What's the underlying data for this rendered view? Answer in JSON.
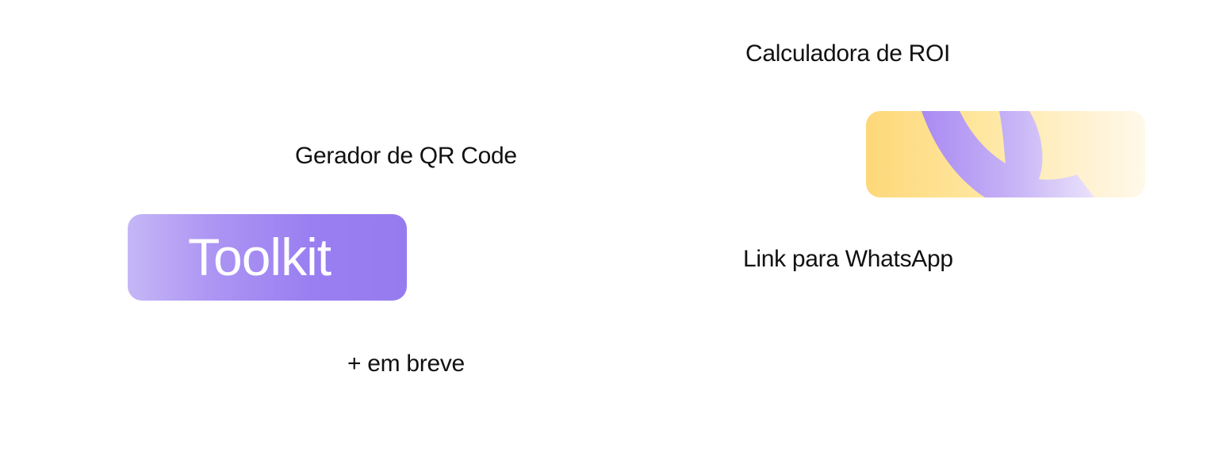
{
  "tools": {
    "roi_calculator": "Calculadora de ROI",
    "qr_generator": "Gerador de QR Code",
    "whatsapp_link": "Link para WhatsApp",
    "coming_soon": "+ em breve"
  },
  "toolkit": {
    "title": "Toolkit"
  },
  "colors": {
    "toolkit_gradient_start": "#c5b7f6",
    "toolkit_gradient_end": "#967bf0",
    "decor_yellow": "#fdd879",
    "decor_purple": "#a98af2"
  }
}
